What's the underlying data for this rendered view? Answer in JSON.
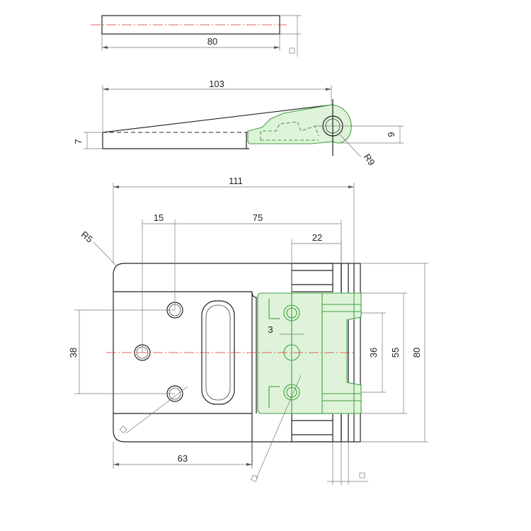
{
  "top_view": {
    "width_dim": "80"
  },
  "side_view": {
    "length_dim": "103",
    "thickness_dim": "7",
    "hole_offset_dim": "9",
    "radius_dim": "R9"
  },
  "plan_view": {
    "overall_length_dim": "111",
    "corner_radius_dim": "R5",
    "hole_spacing_x_dim": "15",
    "hole_to_hinge_dim": "75",
    "hinge_width_dim": "22",
    "small_gap_dim": "3",
    "hole_spacing_y_dim": "38",
    "hinge_holes_dim": "36",
    "hinge_height_dim": "55",
    "overall_height_dim": "80",
    "base_length_dim": "63"
  },
  "colors": {
    "outline": "#222222",
    "centerline": "#e03030",
    "hinge": "#3fa23f",
    "hinge_fill": "#dff3da"
  }
}
